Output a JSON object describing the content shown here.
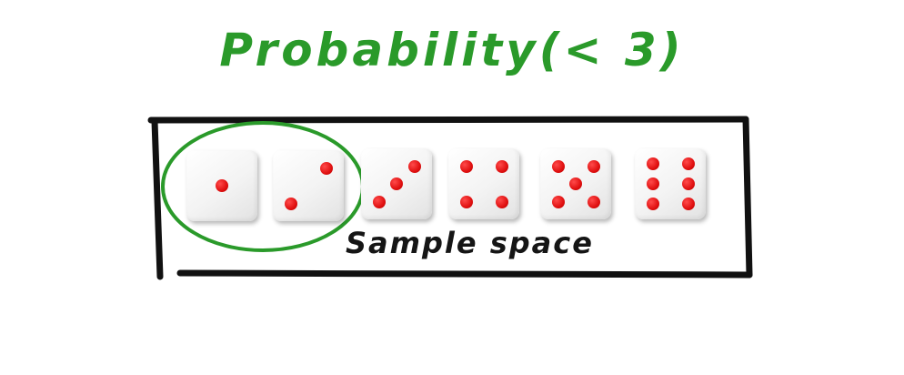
{
  "title": "Probability(< 3)",
  "caption": "Sample space",
  "dice": [
    1,
    2,
    3,
    4,
    5,
    6
  ],
  "highlighted_dice": [
    1,
    2
  ],
  "colors": {
    "title": "#2a9a2a",
    "highlight_ring": "#2a9a2a",
    "frame": "#111111",
    "pip": "#e01010"
  }
}
